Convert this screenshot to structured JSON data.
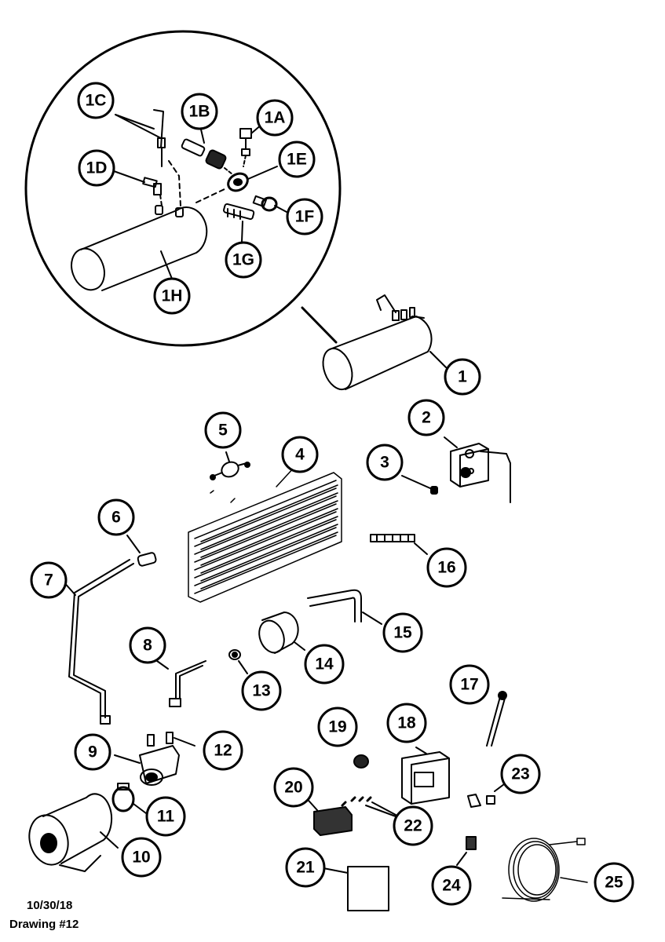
{
  "callouts": {
    "c1C": "1C",
    "c1B": "1B",
    "c1A": "1A",
    "c1E": "1E",
    "c1D": "1D",
    "c1F": "1F",
    "c1G": "1G",
    "c1H": "1H",
    "c1": "1",
    "c2": "2",
    "c3": "3",
    "c4": "4",
    "c5": "5",
    "c6": "6",
    "c7": "7",
    "c8": "8",
    "c9": "9",
    "c10": "10",
    "c11": "11",
    "c12": "12",
    "c13": "13",
    "c14": "14",
    "c15": "15",
    "c16": "16",
    "c17": "17",
    "c18": "18",
    "c19": "19",
    "c20": "20",
    "c21": "21",
    "c22": "22",
    "c23": "23",
    "c24": "24",
    "c25": "25"
  },
  "footer": {
    "date": "10/30/18",
    "drawing": "Drawing #12"
  }
}
